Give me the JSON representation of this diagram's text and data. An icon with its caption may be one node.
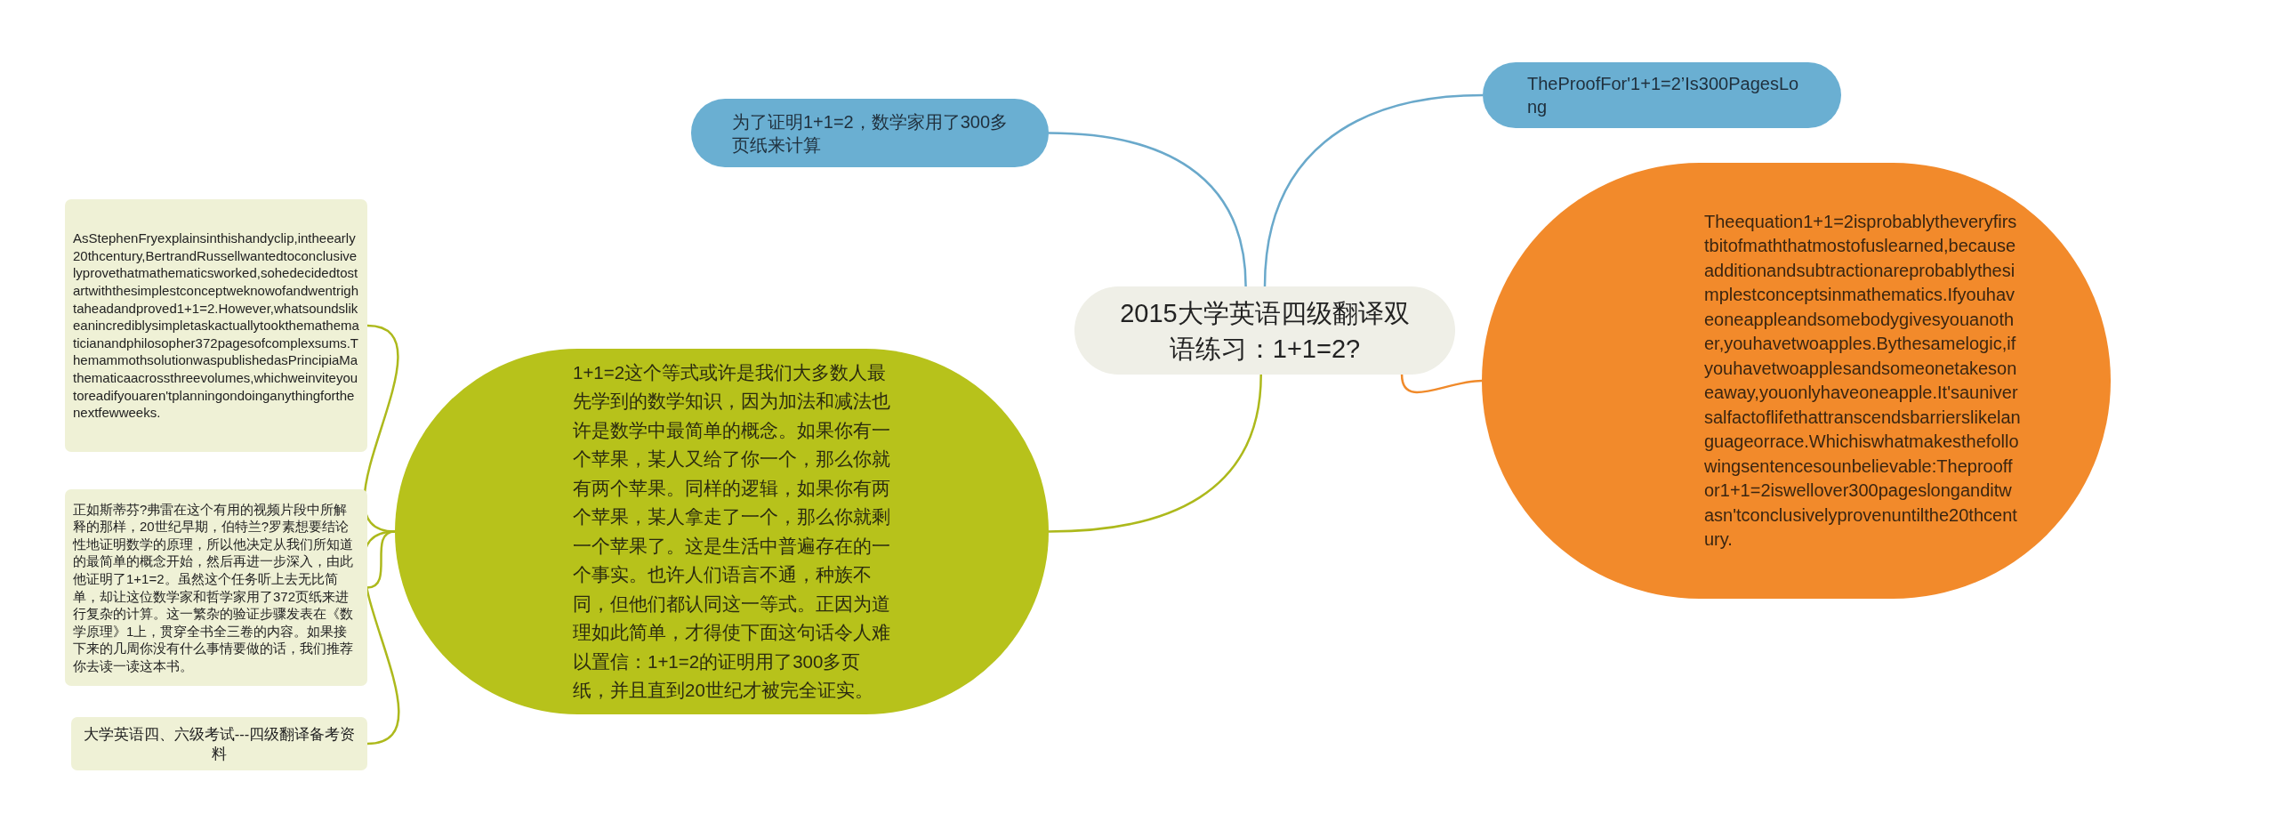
{
  "diagram": {
    "nodes": [
      {
        "text": [
          "2015大学英语四级翻译双语练习：1+1=2?"
        ]
      },
      {
        "text": [
          "为了证明1+1=2，数学家用了300多页纸来计算"
        ]
      },
      {
        "text": [
          "TheProofFor'1+1=2’Is300PagesLong"
        ]
      },
      {
        "text": [
          "Theequation1+1=2isprobablytheveryfirstbitofmaththatmostofuslearned,becauseadditionandsubtractionareprobablythesimplestconceptsinmathematics.Ifyouhaveoneappleandsomebodygivesyouanother,youhavetwoapples.Bythesamelogic,ifyouhavetwoapplesandsomeonetakesoneaway,youonlyhaveoneapple.It'sauniversalfactoflifethattranscendsbarrierslikelanguageorrace.Whichiswhatmakesthefollowingsentencesounbelievable:Theprooffor1+1=2iswellover300pageslonganditwasn'tconclusivelyprovenuntilthe20thcentury."
        ]
      },
      {
        "text": [
          "1+1=2这个等式或许是我们大多数人最先学到的数学知识，因为加法和减法也许是数学中最简单的概念。如果你有一个苹果，某人又给了你一个，那么你就有两个苹果。同样的逻辑，如果你有两个苹果，某人拿走了一个，那么你就剩一个苹果了。这是生活中普遍存在的一个事实。也许人们语言不通，种族不同，但他们都认同这一等式。正因为道理如此简单，才得使下面这句话令人难以置信：1+1=2的证明用了300多页纸，并且直到20世纪才被完全证实。"
        ]
      },
      {
        "text": [
          "AsStephenFryexplainsinthishandyclip,intheearly20thcentury,BertrandRussellwantedtoconclusivelyprovethatmathematicsworked,sohedecidedtostartwiththesimplestconceptweknowofandwentrightaheadandproved1+1=2.However,whatsoundslikeanincrediblysimpletaskactuallytookthemathematicianandphilosopher372pagesofcomplexsums.ThemammothsolutionwaspublishedasPrincipiaMathematicaacrossthreevolumes,whichweinviteyoutoreadifyouaren'tplanningondoinganythingforthenextfewweeks."
        ]
      },
      {
        "text": [
          "正如斯蒂芬?弗雷在这个有用的视频片段中所解释的那样，20世纪早期，伯特兰?罗素想要结论性地证明数学的原理，所以他决定从我们所知道的最简单的概念开始，然后再进一步深入，由此他证明了1+1=2。虽然这个任务听上去无比简单，却让这位数学家和哲学家用了372页纸来进行复杂的计算。这一繁杂的验证步骤发表在《数学原理》1上，贯穿全书全三卷的内容。如果接下来的几周你没有什么事情要做的话，我们推荐你去读一读这本书。"
        ]
      },
      {
        "text": [
          "大学英语四、六级考试---四级翻译备考资料"
        ]
      }
    ],
    "edges": [
      {
        "from": 0,
        "to": 1,
        "arrow": "none",
        "color": "#6aa9cb"
      },
      {
        "from": 0,
        "to": 2,
        "arrow": "none",
        "color": "#6aa9cb"
      },
      {
        "from": 0,
        "to": 3,
        "arrow": "none",
        "color": "#f08a2a"
      },
      {
        "from": 0,
        "to": 4,
        "arrow": "none"
      },
      {
        "from": 4,
        "to": 5,
        "arrow": "none"
      },
      {
        "from": 4,
        "to": 6,
        "arrow": "none"
      },
      {
        "from": 4,
        "to": 7,
        "arrow": "none"
      }
    ]
  }
}
